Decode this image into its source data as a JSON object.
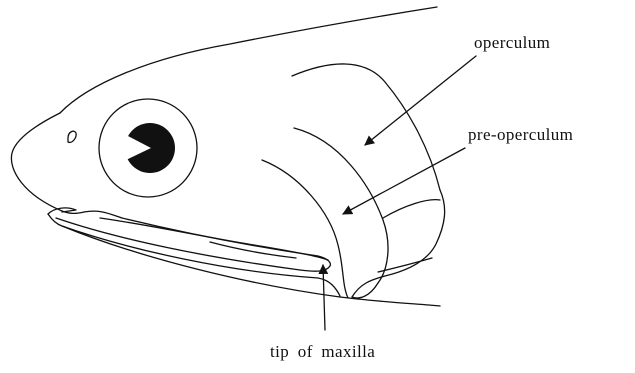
{
  "labels": {
    "operculum": "operculum",
    "pre_operculum": "pre-operculum",
    "tip_of_maxilla": "tip of maxilla"
  },
  "colors": {
    "line": "#111111",
    "background": "#ffffff"
  }
}
